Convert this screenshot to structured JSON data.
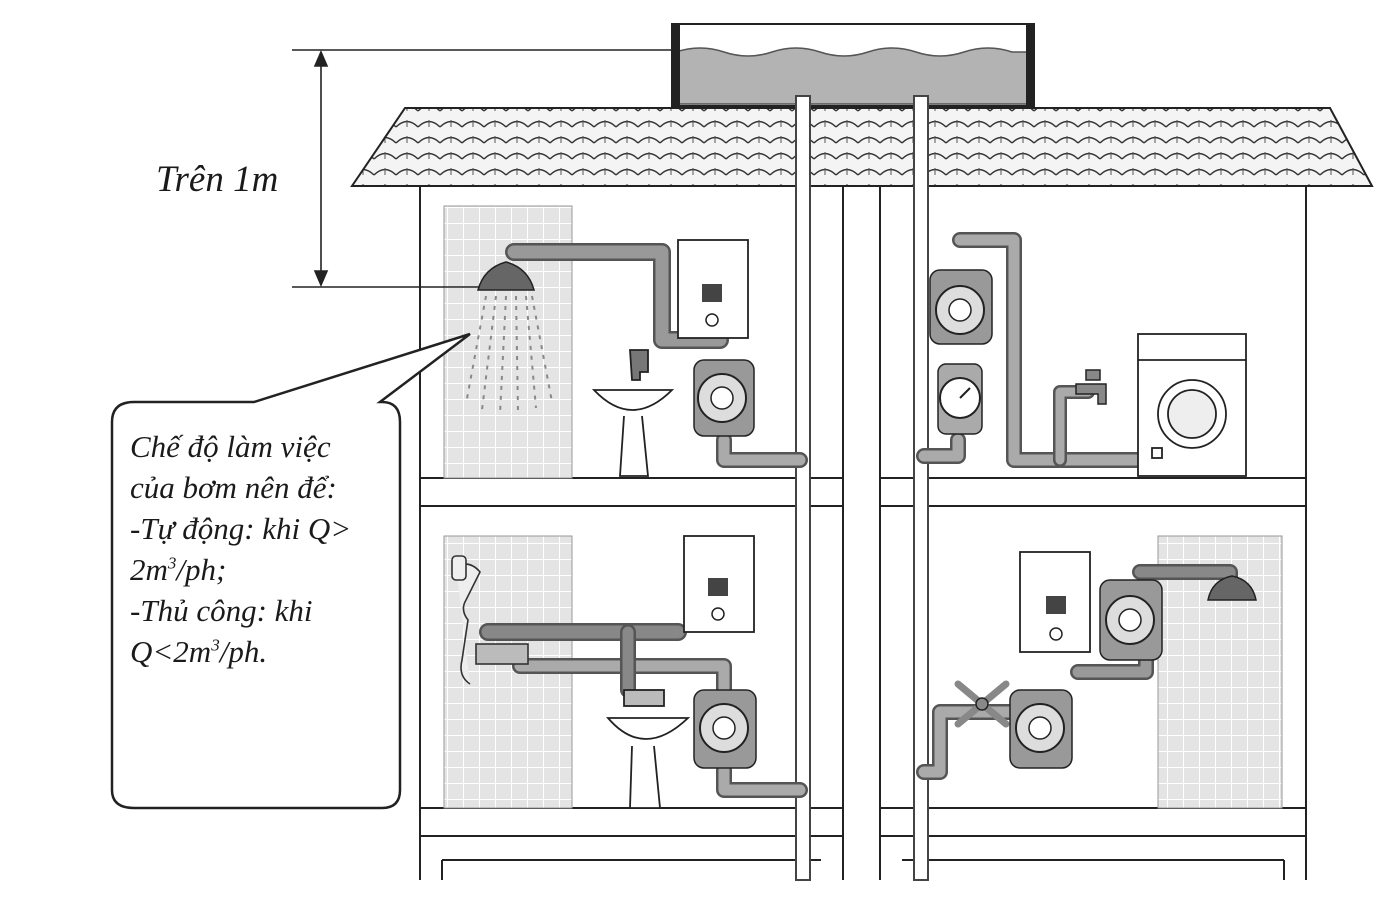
{
  "height_label": "Trên 1m",
  "callout": {
    "line1": "Chế độ làm việc",
    "line2": "của bơm nên để:",
    "line3": "-Tự động: khi Q>",
    "line4_pre": "2m",
    "line4_sup": "3",
    "line4_post": "/ph;",
    "line5": "-Thủ công: khi",
    "line6_pre": "Q<2m",
    "line6_sup": "3",
    "line6_post": "/ph."
  },
  "colors": {
    "line": "#222222",
    "pipe": "#8c8c8c",
    "pipe_dark": "#6e6e6e",
    "tile": "#e2e2e2",
    "roof": "#f2f2f2",
    "water": "#b5b5b5",
    "device": "#ffffff",
    "background": "#ffffff"
  },
  "icons": [
    "water-tank",
    "roof",
    "shower-head",
    "water-heater",
    "booster-pump",
    "faucet",
    "washbasin",
    "washing-machine",
    "water-meter"
  ]
}
